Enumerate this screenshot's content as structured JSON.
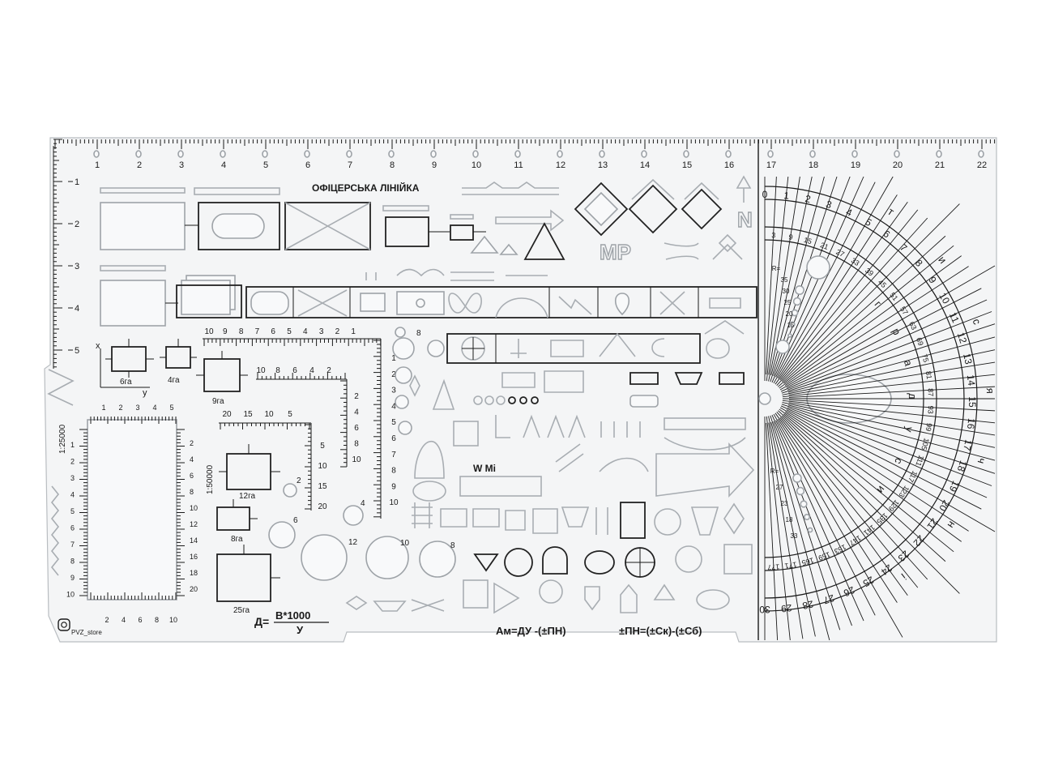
{
  "title": "ОФІЦЕРСЬКА ЛІНІЙКА",
  "top_scale": {
    "labels": [
      "1",
      "2",
      "3",
      "4",
      "5",
      "6",
      "7",
      "8",
      "9",
      "10",
      "11",
      "12",
      "13",
      "14",
      "15",
      "16",
      "17",
      "18",
      "19",
      "20",
      "21",
      "22"
    ]
  },
  "left_scale": {
    "labels": [
      "1",
      "2",
      "3",
      "4",
      "5"
    ]
  },
  "area_labels": {
    "a6": "6га",
    "a4": "4га",
    "a9": "9га",
    "a12": "12га",
    "a8": "8га",
    "a25": "25га"
  },
  "axis_labels": {
    "x": "x",
    "y": "y"
  },
  "scale_1_25000": {
    "caption": "1:25000",
    "top": [
      "1",
      "2",
      "3",
      "4",
      "5"
    ],
    "left": [
      "1",
      "2",
      "3",
      "4",
      "5",
      "6",
      "7",
      "8",
      "9",
      "10"
    ],
    "right": [
      "2",
      "4",
      "6",
      "8",
      "10",
      "12",
      "14",
      "16",
      "18",
      "20"
    ],
    "bottom": [
      "2",
      "4",
      "6",
      "8",
      "10"
    ]
  },
  "scale_1_50000": {
    "caption": "1:50000",
    "top": [
      "20",
      "15",
      "10",
      "5"
    ],
    "left": [
      "5",
      "10",
      "15",
      "20"
    ]
  },
  "corner_scale_10": {
    "top": [
      "10",
      "9",
      "8",
      "7",
      "6",
      "5",
      "4",
      "3",
      "2",
      "1"
    ],
    "right": [
      "1",
      "2",
      "3",
      "4",
      "5",
      "6",
      "7",
      "8",
      "9",
      "10"
    ]
  },
  "corner_scale_20": {
    "top": [
      "10",
      "8",
      "6",
      "4",
      "2"
    ],
    "right": [
      "2",
      "4",
      "6",
      "8",
      "10"
    ]
  },
  "circle_labels": {
    "c2": "2",
    "c4": "4",
    "c6": "6",
    "c8a": "8",
    "c8b": "8",
    "c10": "10",
    "c12": "12"
  },
  "glyph_labels": {
    "mr": "MP",
    "wmi": "W Mi",
    "north": "N"
  },
  "formulas": {
    "d_left": "Д=",
    "d_numerator": "В*1000",
    "d_denominator": "У",
    "am": "Ам=ДУ -(±ПН)",
    "pn": "±ПН=(±Ск)-(±Сб)"
  },
  "brand": "PVZ_store",
  "protractor": {
    "arc_outer": [
      "0",
      "1",
      "2",
      "3",
      "4",
      "5",
      "6",
      "7",
      "8",
      "9",
      "10",
      "11",
      "12",
      "13",
      "14",
      "15",
      "16",
      "17",
      "18",
      "19",
      "20",
      "21",
      "22",
      "23",
      "24",
      "25",
      "26",
      "27",
      "28",
      "29",
      "30"
    ],
    "arc_inner": [
      "3",
      "9",
      "15",
      "21",
      "27",
      "33",
      "39",
      "45",
      "51",
      "57",
      "63",
      "69",
      "75",
      "81",
      "87",
      "93",
      "99",
      "105",
      "111",
      "117",
      "123",
      "129",
      "135",
      "141",
      "147",
      "153",
      "159",
      "165",
      "171",
      "177"
    ],
    "word": [
      "т",
      "и",
      "с",
      "я",
      "ч",
      "н",
      "і"
    ],
    "word2": [
      "г",
      "р",
      "а",
      "д",
      "у",
      "с",
      "и"
    ],
    "radius_top": [
      "R=",
      "35",
      "30",
      "25",
      "20",
      "15"
    ],
    "radius_bottom": [
      "R=",
      "27",
      "23",
      "18",
      "33"
    ]
  }
}
